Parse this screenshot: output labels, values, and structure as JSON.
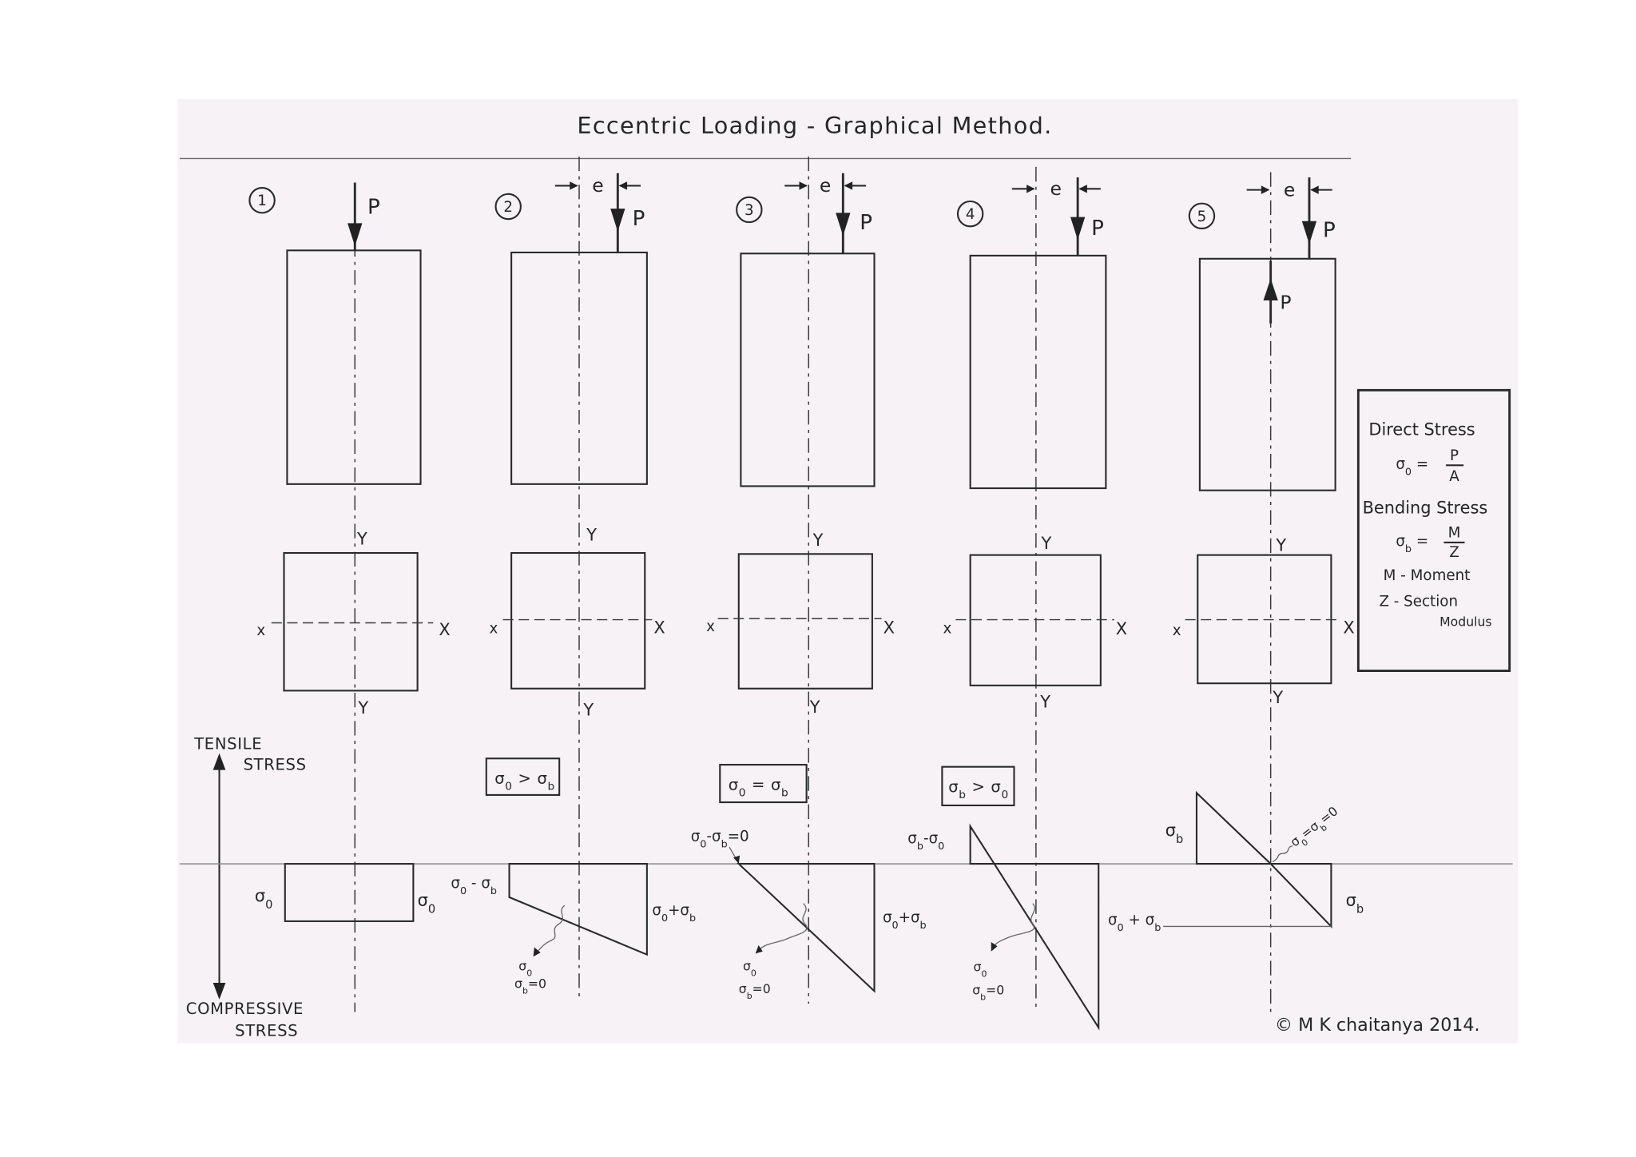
{
  "title": "Eccentric Loading - Graphical Method.",
  "cases": [
    {
      "number": "1",
      "load": "P",
      "y_top": "Y",
      "y_bottom": "Y",
      "x_left": "x",
      "x_right": "X",
      "stress": {
        "left": "σ0",
        "right": "σ0"
      }
    },
    {
      "number": "2",
      "load": "P",
      "eccentricity": "e",
      "y_top": "Y",
      "y_bottom": "Y",
      "x_left": "x",
      "x_right": "X",
      "stress": {
        "condition": "σ0 > σb",
        "left": "σ0 - σb",
        "right": "σ0+σb",
        "zero_top": "σ0",
        "zero_bottom": "σb=0"
      }
    },
    {
      "number": "3",
      "load": "P",
      "eccentricity": "e",
      "y_top": "Y",
      "y_bottom": "Y",
      "x_left": "x",
      "x_right": "X",
      "stress": {
        "condition": "σ0 = σb",
        "left": "σ0-σb=0",
        "right": "σ0+σb",
        "zero_top": "σ0",
        "zero_bottom": "σb=0"
      }
    },
    {
      "number": "4",
      "load": "P",
      "eccentricity": "e",
      "y_top": "Y",
      "y_bottom": "Y",
      "x_left": "x",
      "x_right": "X",
      "stress": {
        "condition": "σb > σ0",
        "left": "σb-σ0",
        "right": "σ0 + σb",
        "zero_top": "σ0",
        "zero_bottom": "σb=0"
      }
    },
    {
      "number": "5",
      "load": "P",
      "reaction": "P",
      "eccentricity": "e",
      "y_top": "Y",
      "y_bottom": "Y",
      "x_left": "x",
      "x_right": "X",
      "stress": {
        "left": "σb",
        "right": "σb",
        "zero": "σ0=σb=0"
      }
    }
  ],
  "stress_axis": {
    "tensile_1": "TENSILE",
    "tensile_2": "STRESS",
    "compressive_1": "COMPRESSIVE",
    "compressive_2": "STRESS"
  },
  "legend": {
    "direct_stress": "Direct Stress",
    "direct_lhs": "σ0 =",
    "direct_num": "P",
    "direct_den": "A",
    "bending_stress": "Bending Stress",
    "bending_lhs": "σb =",
    "bending_num": "M",
    "bending_den": "Z",
    "moment": "M - Moment",
    "section": "Z - Section",
    "modulus": "Modulus"
  },
  "copyright": "© M K chaitanya 2014.",
  "colors": {
    "paper": "#f6f2f6",
    "ink": "#2a2a2a"
  }
}
